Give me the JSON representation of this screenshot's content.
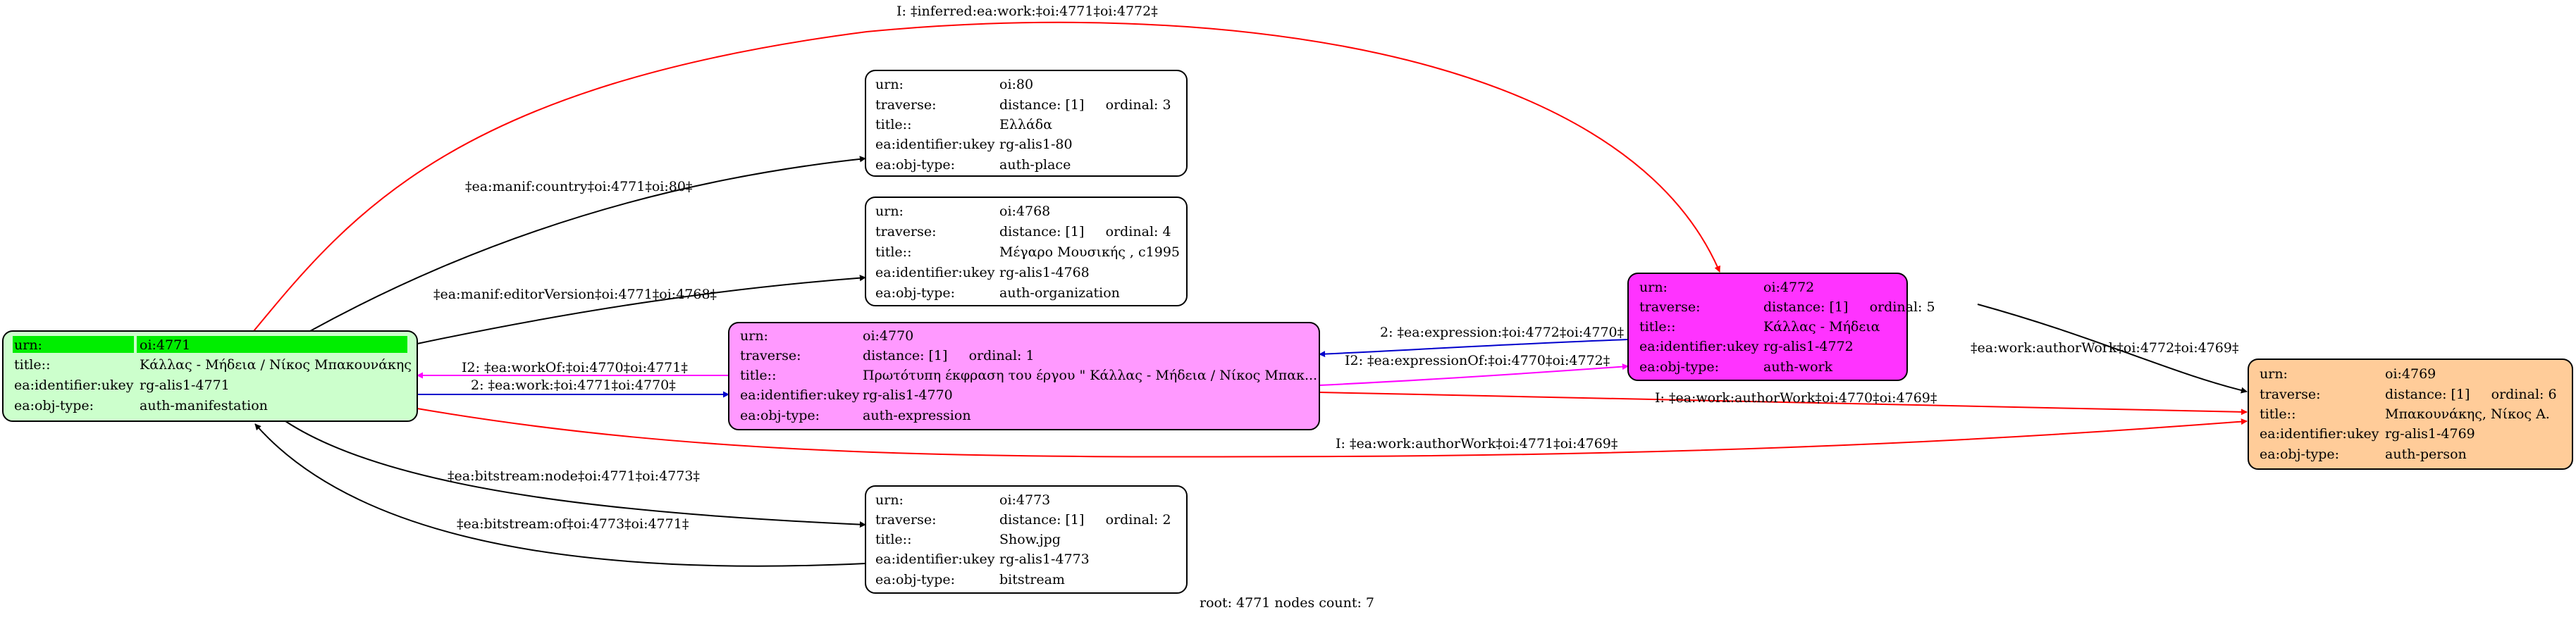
{
  "graph": {
    "caption": "root: 4771 nodes count: 7",
    "colors": {
      "black": "#000000",
      "red": "#ff0000",
      "blue": "#0000cc",
      "magenta": "#ff00ff"
    },
    "nodes": [
      {
        "id": "n4771",
        "fill": "#ccffcc",
        "rows": [
          [
            "urn:",
            "oi:4771"
          ],
          [
            "title::",
            "Κάλλας - Μήδεια / Νίκος Μπακουνάκης"
          ],
          [
            "ea:identifier:ukey",
            "rg-alis1-4771"
          ],
          [
            "ea:obj-type:",
            "auth-manifestation"
          ]
        ],
        "highlight_first_row": "#00ee00"
      },
      {
        "id": "n80",
        "fill": "#ffffff",
        "rows": [
          [
            "urn:",
            "oi:80"
          ],
          [
            "traverse:",
            "distance: [1]     ordinal: 3"
          ],
          [
            "title::",
            "Ελλάδα"
          ],
          [
            "ea:identifier:ukey",
            "rg-alis1-80"
          ],
          [
            "ea:obj-type:",
            "auth-place"
          ]
        ]
      },
      {
        "id": "n4768",
        "fill": "#ffffff",
        "rows": [
          [
            "urn:",
            "oi:4768"
          ],
          [
            "traverse:",
            "distance: [1]     ordinal: 4"
          ],
          [
            "title::",
            "Μέγαρο Μουσικής , c1995"
          ],
          [
            "ea:identifier:ukey",
            "rg-alis1-4768"
          ],
          [
            "ea:obj-type:",
            "auth-organization"
          ]
        ]
      },
      {
        "id": "n4770",
        "fill": "#ff99ff",
        "rows": [
          [
            "urn:",
            "oi:4770"
          ],
          [
            "traverse:",
            "distance: [1]     ordinal: 1"
          ],
          [
            "title::",
            "Πρωτότυπη έκφραση του έργου \" Κάλλας - Μήδεια / Νίκος Μπακ..."
          ],
          [
            "ea:identifier:ukey",
            "rg-alis1-4770"
          ],
          [
            "ea:obj-type:",
            "auth-expression"
          ]
        ]
      },
      {
        "id": "n4772",
        "fill": "#ff33ff",
        "rows": [
          [
            "urn:",
            "oi:4772"
          ],
          [
            "traverse:",
            "distance: [1]     ordinal: 5"
          ],
          [
            "title::",
            "Κάλλας - Μήδεια"
          ],
          [
            "ea:identifier:ukey",
            "rg-alis1-4772"
          ],
          [
            "ea:obj-type:",
            "auth-work"
          ]
        ]
      },
      {
        "id": "n4769",
        "fill": "#ffcc99",
        "rows": [
          [
            "urn:",
            "oi:4769"
          ],
          [
            "traverse:",
            "distance: [1]     ordinal: 6"
          ],
          [
            "title::",
            "Μπακουνάκης, Νίκος Α."
          ],
          [
            "ea:identifier:ukey",
            "rg-alis1-4769"
          ],
          [
            "ea:obj-type:",
            "auth-person"
          ]
        ]
      },
      {
        "id": "n4773",
        "fill": "#ffffff",
        "rows": [
          [
            "urn:",
            "oi:4773"
          ],
          [
            "traverse:",
            "distance: [1]     ordinal: 2"
          ],
          [
            "title::",
            "Show.jpg"
          ],
          [
            "ea:identifier:ukey",
            "rg-alis1-4773"
          ],
          [
            "ea:obj-type:",
            "bitstream"
          ]
        ]
      }
    ],
    "edges": [
      {
        "id": "e-country",
        "from": "n4771",
        "to": "n80",
        "color": "black",
        "label": "‡ea:manif:country‡oi:4771‡oi:80‡"
      },
      {
        "id": "e-editor",
        "from": "n4771",
        "to": "n4768",
        "color": "black",
        "label": "‡ea:manif:editorVersion‡oi:4771‡oi:4768‡"
      },
      {
        "id": "e-inferred",
        "from": "n4771",
        "to": "n4772",
        "color": "red",
        "label": "I: ‡inferred:ea:work:‡oi:4771‡oi:4772‡"
      },
      {
        "id": "e-workof",
        "from": "n4770",
        "to": "n4771",
        "color": "magenta",
        "label": "I2: ‡ea:workOf:‡oi:4770‡oi:4771‡"
      },
      {
        "id": "e-work",
        "from": "n4771",
        "to": "n4770",
        "color": "blue",
        "label": "2: ‡ea:work:‡oi:4771‡oi:4770‡"
      },
      {
        "id": "e-expression",
        "from": "n4772",
        "to": "n4770",
        "color": "blue",
        "label": "2: ‡ea:expression:‡oi:4772‡oi:4770‡"
      },
      {
        "id": "e-expressionof",
        "from": "n4770",
        "to": "n4772",
        "color": "magenta",
        "label": "I2: ‡ea:expressionOf:‡oi:4770‡oi:4772‡"
      },
      {
        "id": "e-authorwork-4772",
        "from": "n4772",
        "to": "n4769",
        "color": "black",
        "label": "‡ea:work:authorWork‡oi:4772‡oi:4769‡"
      },
      {
        "id": "e-authorwork-4770",
        "from": "n4770",
        "to": "n4769",
        "color": "red",
        "label": "I: ‡ea:work:authorWork‡oi:4770‡oi:4769‡"
      },
      {
        "id": "e-authorwork-4771",
        "from": "n4771",
        "to": "n4769",
        "color": "red",
        "label": "I: ‡ea:work:authorWork‡oi:4771‡oi:4769‡"
      },
      {
        "id": "e-bitstream-node",
        "from": "n4771",
        "to": "n4773",
        "color": "black",
        "label": "‡ea:bitstream:node‡oi:4771‡oi:4773‡"
      },
      {
        "id": "e-bitstream-of",
        "from": "n4773",
        "to": "n4771",
        "color": "black",
        "label": "‡ea:bitstream:of‡oi:4773‡oi:4771‡"
      }
    ]
  }
}
